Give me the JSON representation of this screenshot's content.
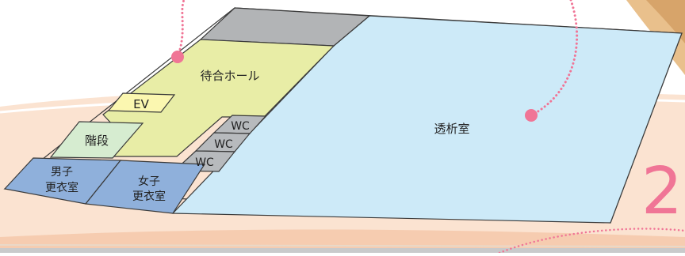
{
  "floor_plan": {
    "rooms": {
      "waiting_hall": "待合ホール",
      "dialysis_room": "透析室",
      "elevator": "EV",
      "stairs": "階段",
      "wc_top": "WC",
      "wc_middle": "WC",
      "wc_bottom": "WC",
      "mens_locker_line1": "男子",
      "mens_locker_line2": "更衣室",
      "womens_locker_line1": "女子",
      "womens_locker_line2": "更衣室"
    },
    "floor_number": "2"
  },
  "colors": {
    "waiting_hall": "#e8eda6",
    "dialysis_room": "#cdeaf8",
    "elevator": "#fbf7b0",
    "stairs": "#d6ecd0",
    "wc": "#b7babd",
    "locker": "#8fb0db",
    "service_area": "#b2b4b6",
    "accent_pink": "#f07596",
    "floor_slab": "#f8d7c0"
  }
}
